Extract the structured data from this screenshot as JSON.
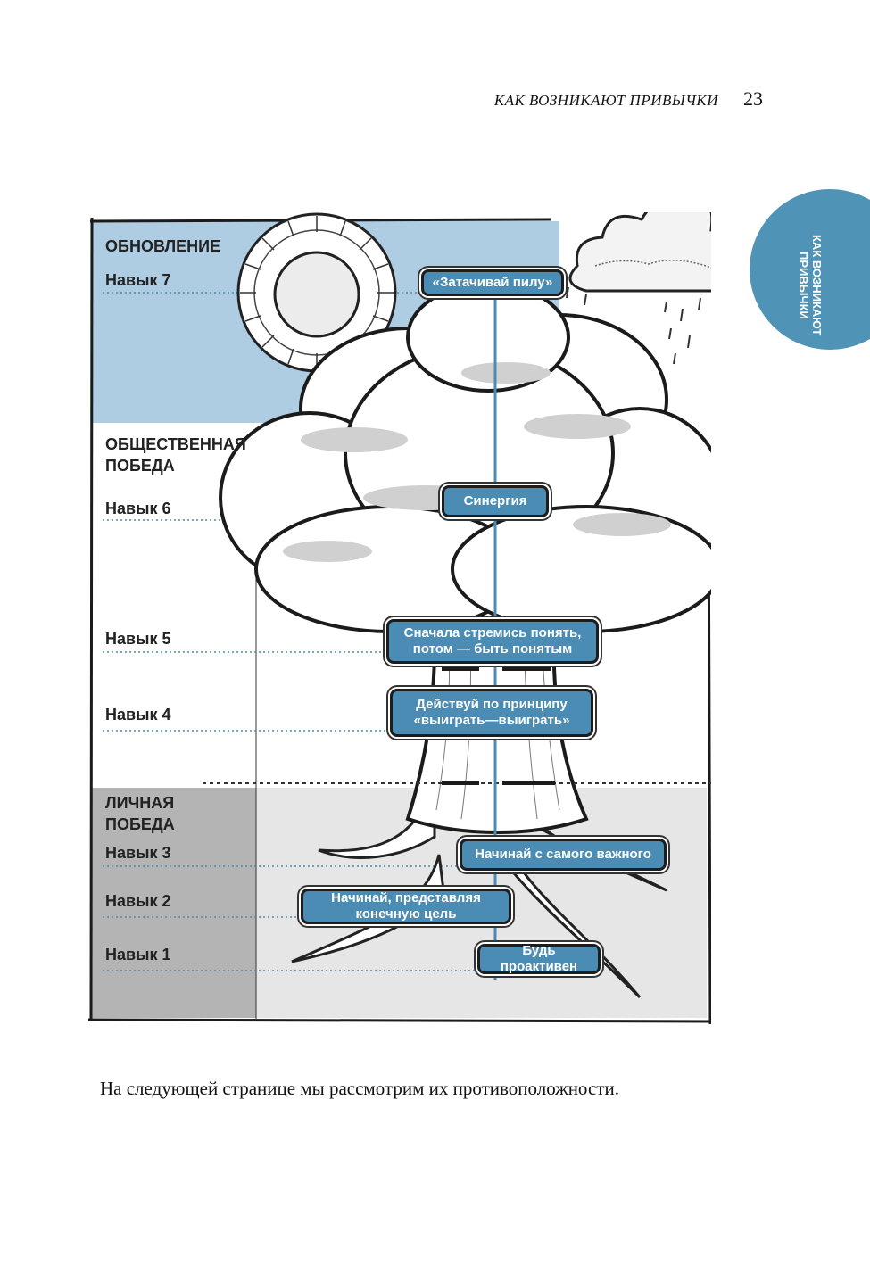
{
  "header": {
    "running_title": "КАК ВОЗНИКАЮТ ПРИВЫЧКИ",
    "page_number": "23"
  },
  "side_tab": {
    "text": "КАК ВОЗНИКАЮТ\nПРИВЫЧКИ",
    "color": "#4f94b7"
  },
  "figure": {
    "levels": {
      "renewal": "ОБНОВЛЕНИЕ",
      "public_victory": "ОБЩЕСТВЕННАЯ\nПОБЕДА",
      "private_victory": "ЛИЧНАЯ\nПОБЕДА"
    },
    "habits": {
      "h7": "Навык 7",
      "h6": "Навык 6",
      "h5": "Навык 5",
      "h4": "Навык 4",
      "h3": "Навык 3",
      "h2": "Навык 2",
      "h1": "Навык 1"
    },
    "boxes": {
      "b7": "«Затачивай пилу»",
      "b6": "Синергия",
      "b5": "Сначала стремись понять,\nпотом — быть понятым",
      "b4": "Действуй по принципу\n«выиграть—выиграть»",
      "b3": "Начинай с самого важного",
      "b2": "Начинай, представляя\nконечную цель",
      "b1": "Будь проактивен"
    },
    "colors": {
      "sky": "#aecde3",
      "ground": "#e6e6e6",
      "private_band": "#b4b4b4",
      "box": "#4a8cb3"
    }
  },
  "caption": "На следующей странице мы рассмотрим их противоположности."
}
